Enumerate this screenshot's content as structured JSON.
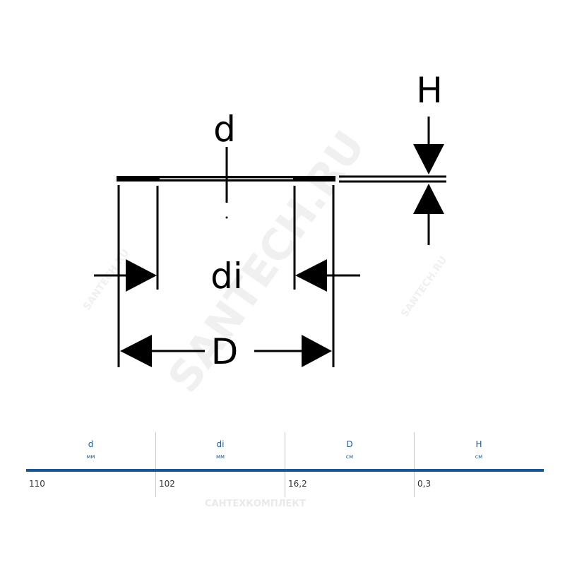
{
  "diagram": {
    "labels": {
      "d": "d",
      "di": "di",
      "D": "D",
      "H": "H"
    },
    "watermark": "SANTECH.RU"
  },
  "table": {
    "columns": [
      {
        "name": "d",
        "unit": "мм"
      },
      {
        "name": "di",
        "unit": "мм"
      },
      {
        "name": "D",
        "unit": "см"
      },
      {
        "name": "H",
        "unit": "см"
      }
    ],
    "rows": [
      [
        "110",
        "102",
        "16,2",
        "0,3"
      ]
    ]
  },
  "logo": "САНТЕХКОМПЛЕКТ",
  "colors": {
    "accent": "#14579a",
    "header_text": "#1d5b9b"
  }
}
